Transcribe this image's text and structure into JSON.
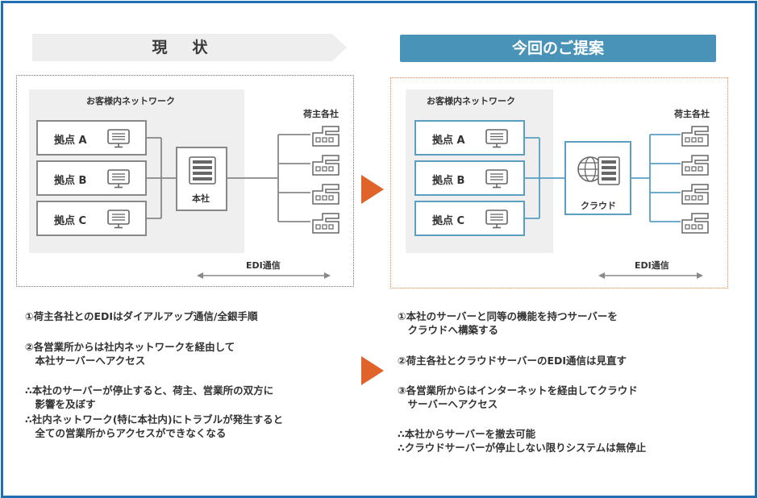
{
  "header": {
    "current": "現　状",
    "proposal": "今回のご提案"
  },
  "left_panel": {
    "network_label": "お客様内ネットワーク",
    "sites": [
      "拠点 A",
      "拠点 B",
      "拠点 C"
    ],
    "hub_label": "本社",
    "shippers_label": "荷主各社",
    "edi_label": "EDI通信"
  },
  "right_panel": {
    "network_label": "お客様内ネットワーク",
    "sites": [
      "拠点 A",
      "拠点 B",
      "拠点 C"
    ],
    "hub_label": "クラウド",
    "shippers_label": "荷主各社",
    "edi_label": "EDI通信"
  },
  "left_notes": [
    "①荷主各社とのEDIはダイアルアップ通信/全銀手順",
    "②各営業所からは社内ネットワークを経由して",
    "　本社サーバーへアクセス",
    "∴本社のサーバーが停止すると、荷主、営業所の双方に",
    "　影響を及ぼす",
    "∴社内ネットワーク(特に本社内)にトラブルが発生すると",
    "　全ての営業所からアクセスができなくなる"
  ],
  "right_notes": [
    "①本社のサーバーと同等の機能を持つサーバーを",
    "　クラウドへ構築する",
    "②荷主各社とクラウドサーバーのEDI通信は見直す",
    "③各営業所からはインターネットを経由してクラウド",
    "　サーバーへアクセス",
    "∴本社からサーバーを撤去可能",
    "∴クラウドサーバーが停止しない限りシステムは無停止"
  ],
  "colors": {
    "frame": "#1f6fb2",
    "proposal_header": "#4a93b8",
    "arrow": "#e0632a",
    "proposal_panel_border": "#e8823e",
    "site_border_proposal": "#5a9fc2"
  }
}
